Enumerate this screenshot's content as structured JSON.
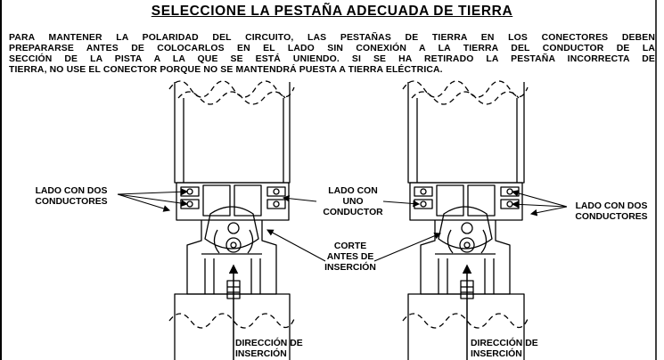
{
  "title": "SELECCIONE LA PESTAÑA ADECUADA DE TIERRA",
  "paragraph": [
    "PARA MANTENER LA POLARIDAD DEL CIRCUITO, LAS PESTAÑAS DE TIERRA EN LOS CONECTORES DEBEN",
    "PREPARARSE ANTES DE COLOCARLOS EN EL LADO SIN CONEXIÓN A LA TIERRA DEL CONDUCTOR DE LA",
    "SECCIÓN DE LA PISTA A LA QUE SE ESTÁ UNIENDO. SI SE HA RETIRADO LA PESTAÑA INCORRECTA DE",
    "TIERRA, NO USE EL CONECTOR PORQUE NO SE MANTENDRÁ PUESTA A TIERRA ELÉCTRICA."
  ],
  "labels": {
    "left_two_conductors": [
      "LADO CON DOS",
      "CONDUCTORES"
    ],
    "one_conductor": [
      "LADO CON",
      "UNO",
      "CONDUCTOR"
    ],
    "right_two_conductors": [
      "LADO CON DOS",
      "CONDUCTORES"
    ],
    "cut_before": [
      "CORTE",
      "ANTES DE",
      "INSERCIÓN"
    ],
    "insertion_left": [
      "DIRECCIÓN DE",
      "INSERCIÓN"
    ],
    "insertion_right": [
      "DIRECCIÓN DE",
      "INSERCIÓN"
    ]
  }
}
